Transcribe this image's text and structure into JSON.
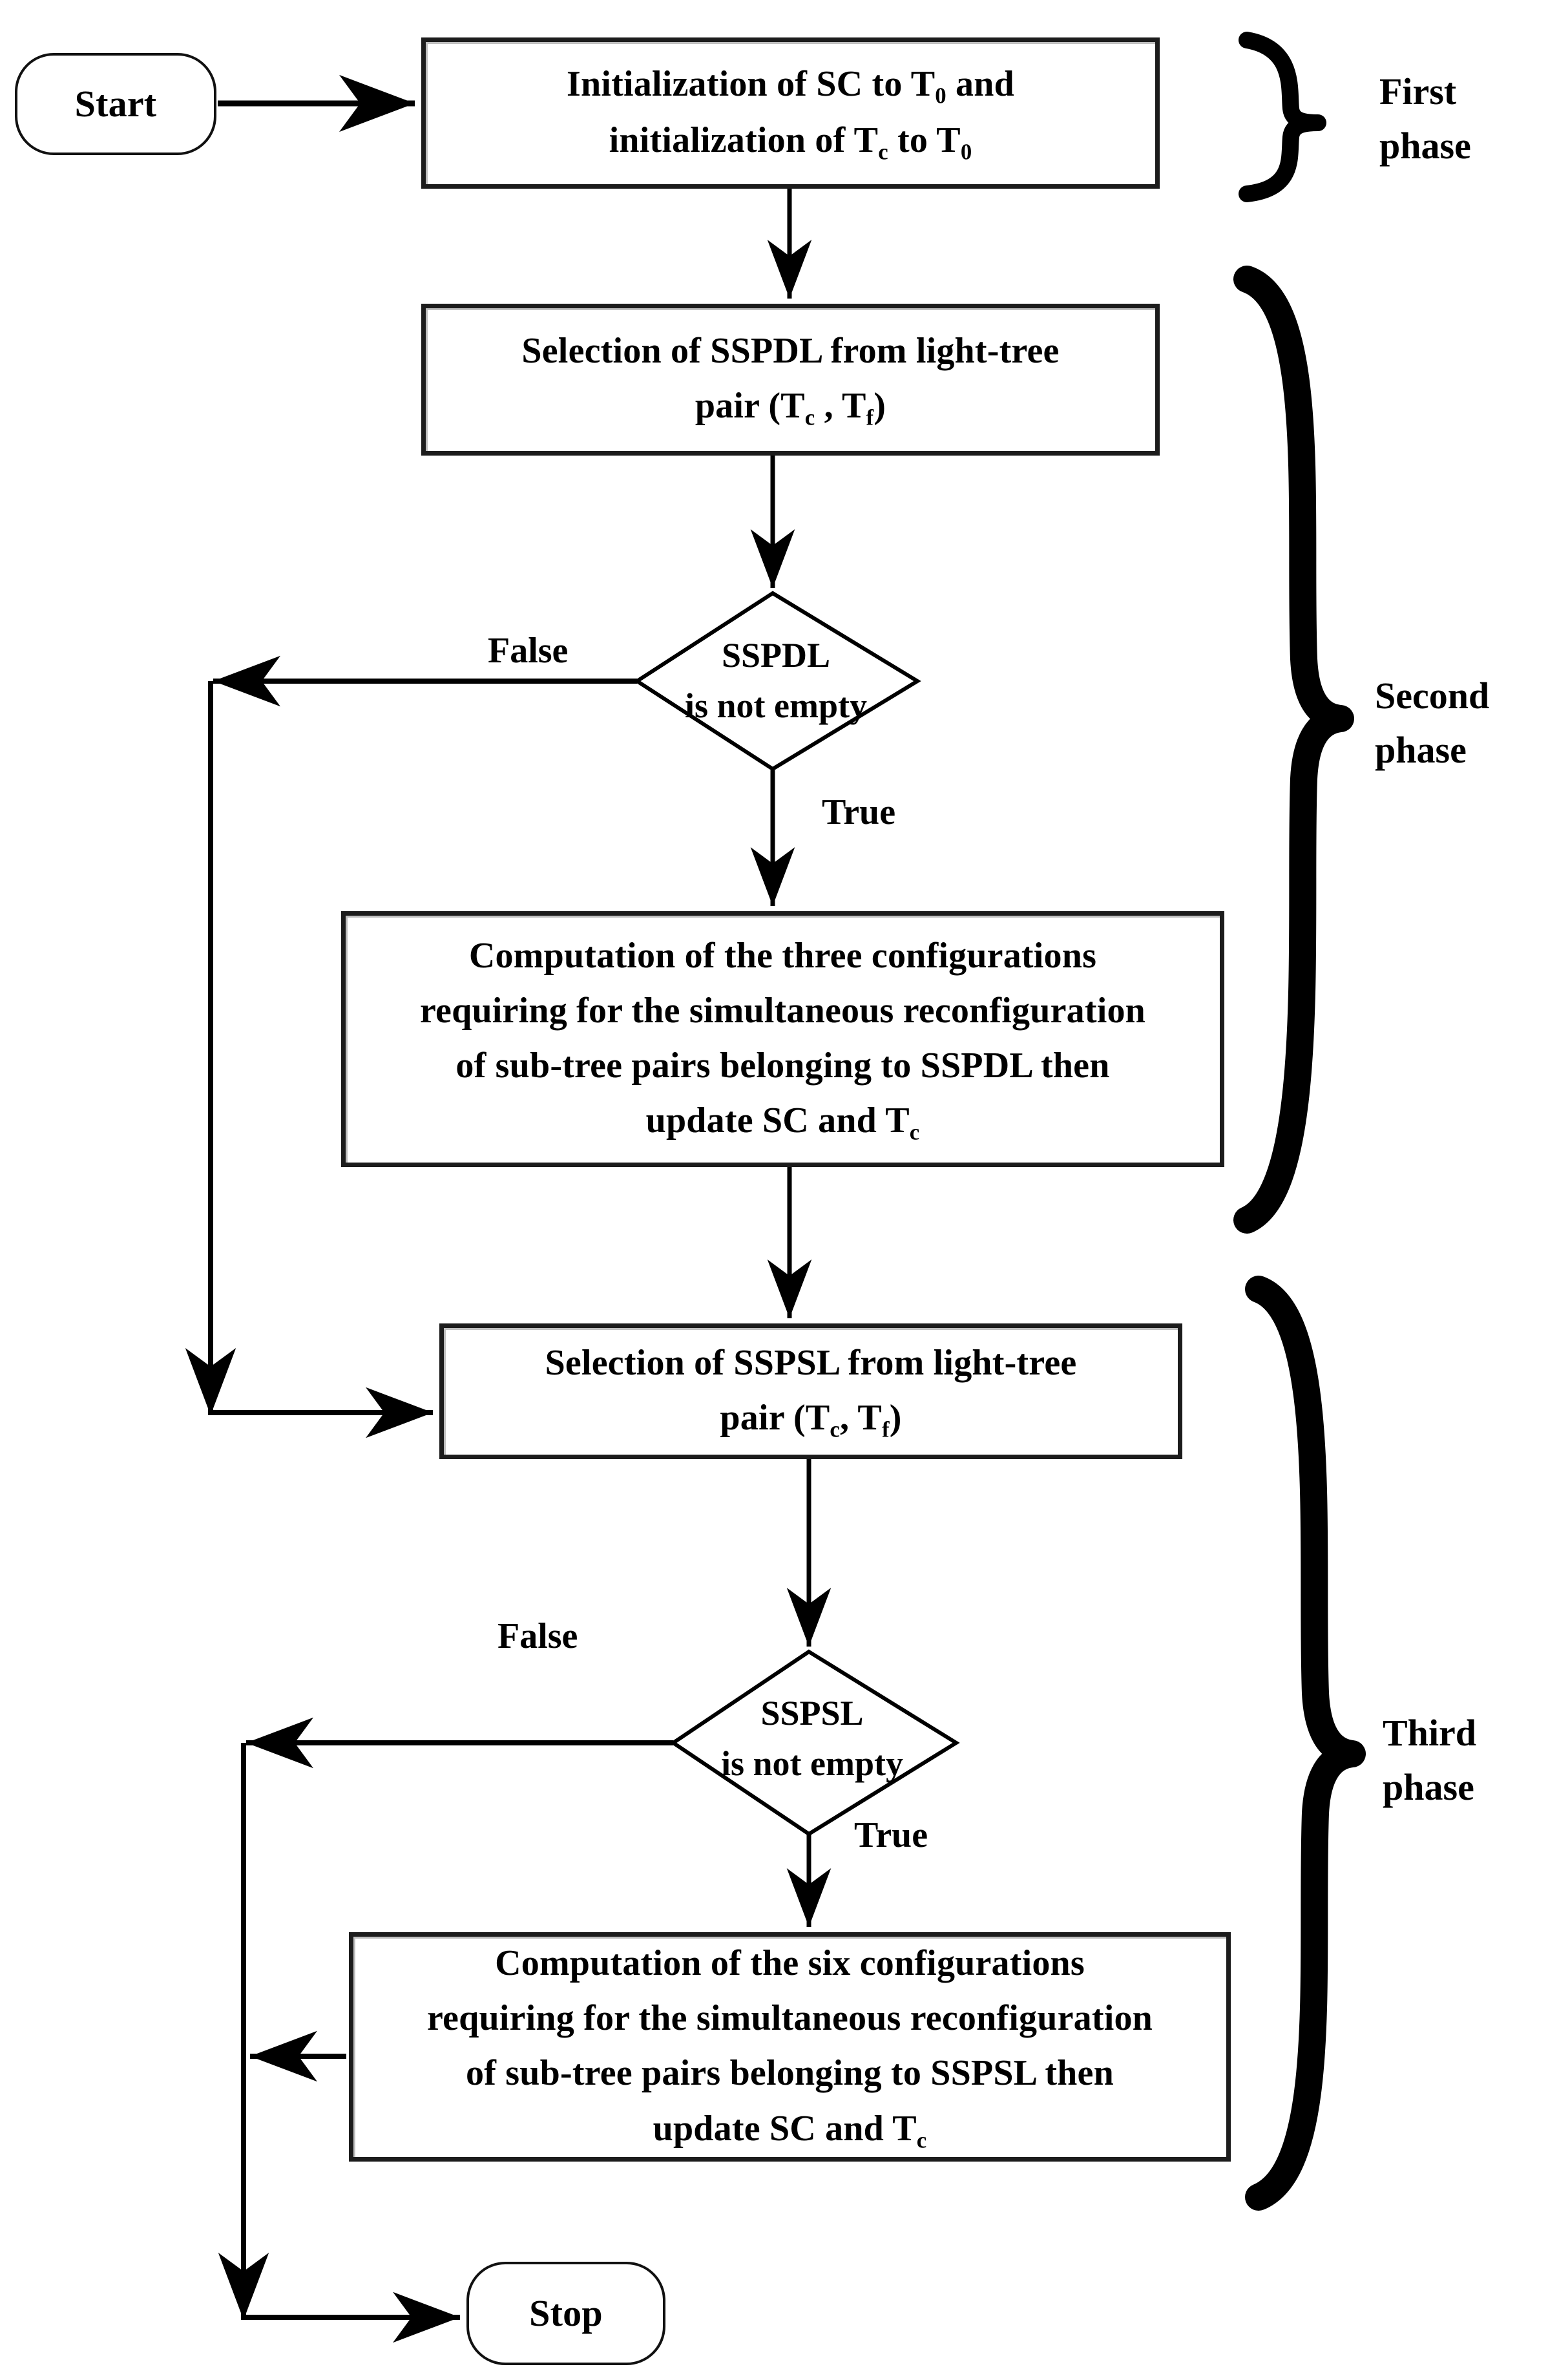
{
  "diagram": {
    "title": "Three-phase light-tree reconfiguration flowchart",
    "nodes": {
      "start": {
        "label": "Start",
        "shape": "terminator"
      },
      "init": {
        "line1_pre": "Initialization of SC to T",
        "line1_sub": "0",
        "line1_post": " and",
        "line2_pre": "initialization of  T",
        "line2_sub": "c",
        "line2_mid": " to T",
        "line2_sub2": "0",
        "shape": "process"
      },
      "select_sspdl": {
        "line1": "Selection  of SSPDL from light-tree",
        "line2_pre": "pair (T",
        "line2_sub1": "c",
        "line2_mid": " , T",
        "line2_sub2": "f",
        "line2_post": ")",
        "shape": "process"
      },
      "decide_sspdl": {
        "line1": "SSPDL",
        "line2": "is not empty",
        "shape": "decision"
      },
      "compute_three": {
        "line1": "Computation of the three configurations",
        "line2": "requiring for the simultaneous reconfiguration",
        "line3": "of sub-tree pairs belonging to SSPDL then",
        "line4_pre": "update SC and  T",
        "line4_sub": "c",
        "shape": "process"
      },
      "select_sspsl": {
        "line1": "Selection  of SSPSL from light-tree",
        "line2_pre": "pair (T",
        "line2_sub1": "c",
        "line2_mid": ", T",
        "line2_sub2": "f",
        "line2_post": ")",
        "shape": "process"
      },
      "decide_sspsl": {
        "line1": "SSPSL",
        "line2": "is not empty",
        "shape": "decision"
      },
      "compute_six": {
        "line1": "Computation of the six configurations",
        "line2": "requiring for the simultaneous reconfiguration",
        "line3": "of sub-tree pairs belonging to SSPSL then",
        "line4_pre": "update SC and  T",
        "line4_sub": "c",
        "shape": "process"
      },
      "stop": {
        "label": "Stop",
        "shape": "terminator"
      }
    },
    "edge_labels": {
      "false_top": "False",
      "true_top": "True",
      "false_bottom": "False",
      "true_bottom": "True"
    },
    "phases": [
      {
        "id": "first",
        "label": "First\nphase",
        "brace": "}"
      },
      {
        "id": "second",
        "label": "Second\nphase",
        "brace": "}"
      },
      {
        "id": "third",
        "label": "Third\nphase",
        "brace": "}"
      }
    ],
    "colors": {
      "stroke": "#000000",
      "box_border": "#1c1c1c",
      "box_shadow": "#bfbfbf",
      "background": "#ffffff"
    }
  }
}
